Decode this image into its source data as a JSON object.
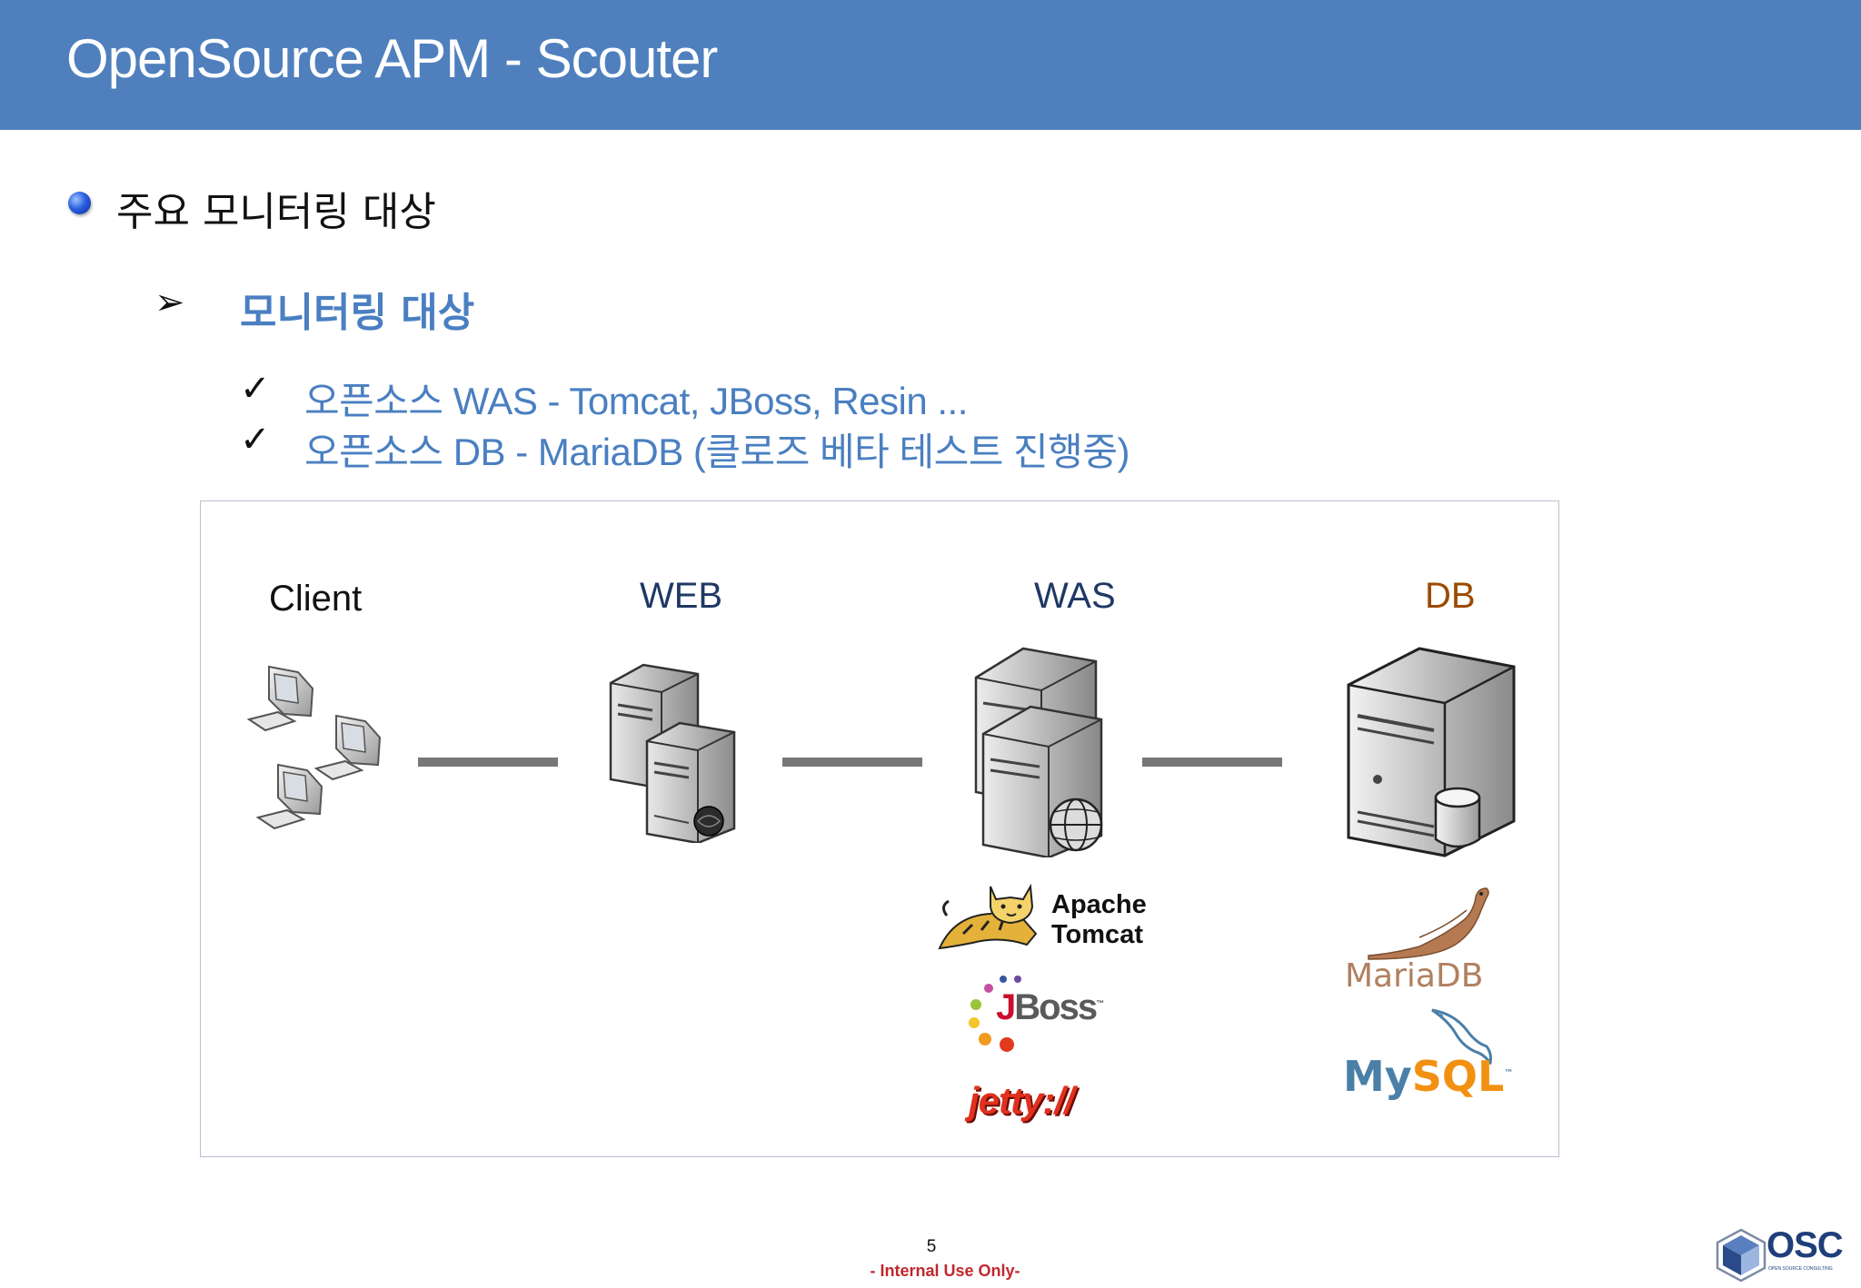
{
  "header": {
    "title": "OpenSource APM - Scouter"
  },
  "section": {
    "title": "주요 모니터링 대상"
  },
  "subsection": {
    "title": "모니터링 대상",
    "items": [
      "오픈소스 WAS - Tomcat, JBoss, Resin ...",
      "오픈소스 DB - MariaDB (클로즈 베타 테스트 진행중)"
    ]
  },
  "diagram": {
    "tiers": [
      {
        "label": "Client",
        "color": "#111111"
      },
      {
        "label": "WEB",
        "color": "#1f3864"
      },
      {
        "label": "WAS",
        "color": "#1f3864"
      },
      {
        "label": "DB",
        "color": "#9c4a00"
      }
    ],
    "was_logos": {
      "tomcat_line1": "Apache",
      "tomcat_line2": "Tomcat",
      "jboss_j": "J",
      "jboss_rest": "Boss",
      "jboss_tm": "™",
      "jetty": "jetty://"
    },
    "db_logos": {
      "mariadb": "MariaDB",
      "mysql_my": "My",
      "mysql_sql": "SQL",
      "mysql_tm": "™"
    }
  },
  "footer": {
    "page_number": "5",
    "note": "- Internal Use Only-",
    "logo_text": "OSC",
    "logo_sub": "OPEN SOURCE CONSULTING"
  },
  "colors": {
    "header_bg": "#4f80bd",
    "accent_text": "#4a7fc1"
  }
}
